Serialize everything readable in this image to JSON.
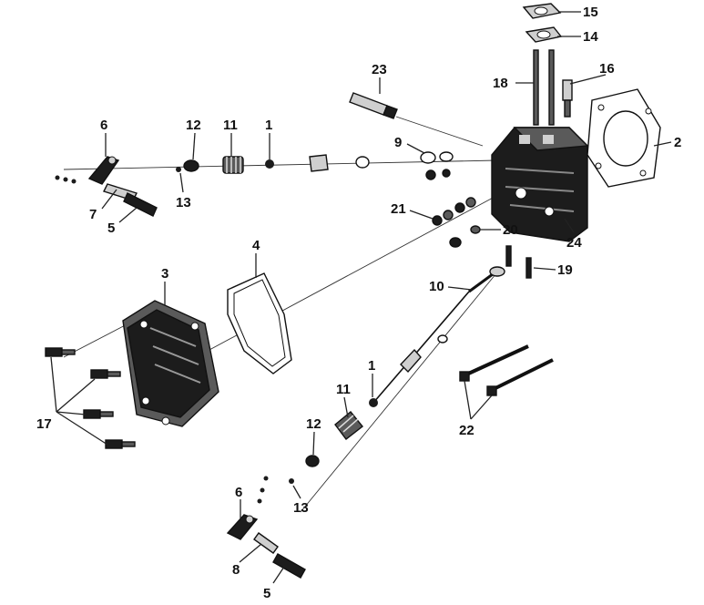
{
  "callouts": [
    {
      "id": "c15",
      "label": "15"
    },
    {
      "id": "c14",
      "label": "14"
    },
    {
      "id": "c23",
      "label": "23"
    },
    {
      "id": "c18",
      "label": "18"
    },
    {
      "id": "c16",
      "label": "16"
    },
    {
      "id": "c6a",
      "label": "6"
    },
    {
      "id": "c12a",
      "label": "12"
    },
    {
      "id": "c11a",
      "label": "11"
    },
    {
      "id": "c1a",
      "label": "1"
    },
    {
      "id": "c9",
      "label": "9"
    },
    {
      "id": "c2",
      "label": "2"
    },
    {
      "id": "c7",
      "label": "7"
    },
    {
      "id": "c13a",
      "label": "13"
    },
    {
      "id": "c5a",
      "label": "5"
    },
    {
      "id": "c21",
      "label": "21"
    },
    {
      "id": "c20",
      "label": "20"
    },
    {
      "id": "c24",
      "label": "24"
    },
    {
      "id": "c3",
      "label": "3"
    },
    {
      "id": "c4",
      "label": "4"
    },
    {
      "id": "c19",
      "label": "19"
    },
    {
      "id": "c10",
      "label": "10"
    },
    {
      "id": "c1b",
      "label": "1"
    },
    {
      "id": "c11b",
      "label": "11"
    },
    {
      "id": "c17",
      "label": "17"
    },
    {
      "id": "c22",
      "label": "22"
    },
    {
      "id": "c12b",
      "label": "12"
    },
    {
      "id": "c13b",
      "label": "13"
    },
    {
      "id": "c6b",
      "label": "6"
    },
    {
      "id": "c8",
      "label": "8"
    },
    {
      "id": "c5b",
      "label": "5"
    }
  ]
}
